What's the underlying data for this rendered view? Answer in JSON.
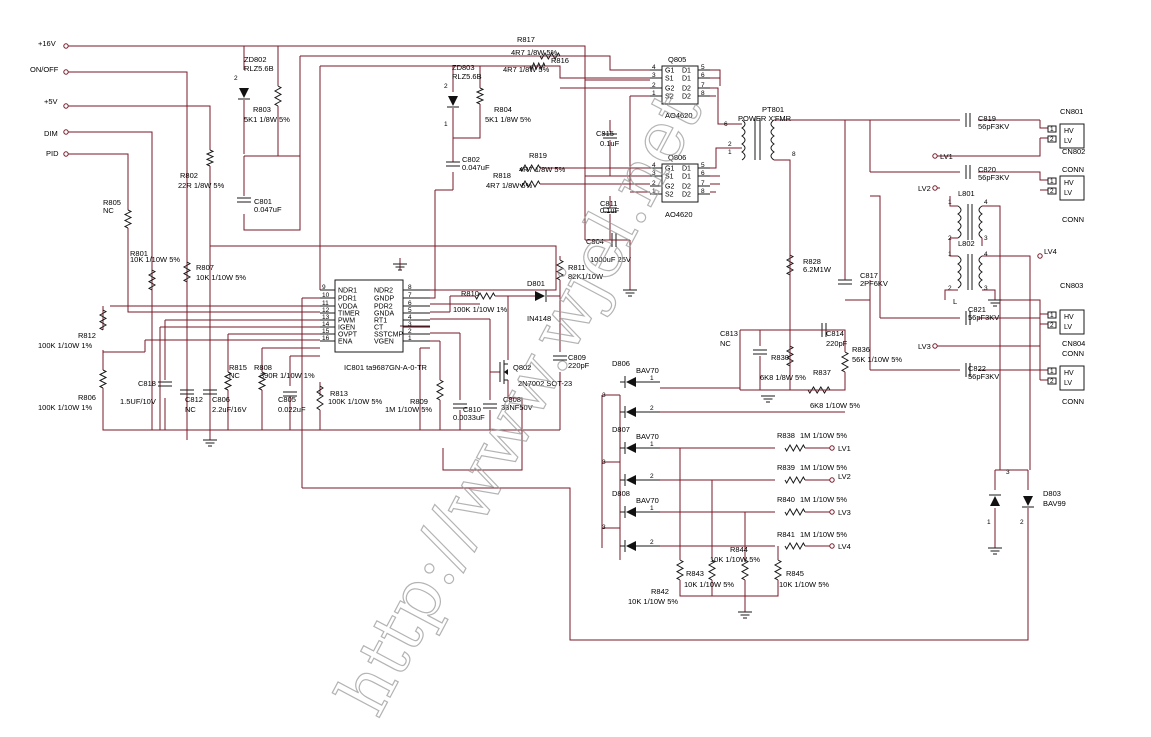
{
  "inputs": {
    "v16": "+16V",
    "onoff": "ON/OFF",
    "v5": "+5V",
    "dim": "DIM",
    "pid": "PID"
  },
  "ic": {
    "ref": "IC801  ta9687GN-A-0-TR",
    "left_pins": [
      "NDR1",
      "PDR1",
      "VDDA",
      "TIMER",
      "PWM",
      "IGEN",
      "OVPT",
      "ENA"
    ],
    "left_nums": [
      "9",
      "10",
      "11",
      "12",
      "13",
      "14",
      "15",
      "16"
    ],
    "right_pins": [
      "NDR2",
      "GNDP",
      "PDR2",
      "GNDA",
      "RT1",
      "CT",
      "SSTCMP",
      "VGEN"
    ],
    "right_nums": [
      "8",
      "7",
      "6",
      "5",
      "4",
      "3",
      "2",
      "1"
    ]
  },
  "mosfets": {
    "q805": {
      "ref": "Q805",
      "part": "AO4620",
      "left": [
        "G1",
        "S1",
        "G2",
        "S2"
      ],
      "right": [
        "D1",
        "D1",
        "D2",
        "D2"
      ],
      "lnums": [
        "4",
        "3",
        "2",
        "1"
      ],
      "rnums": [
        "5",
        "6",
        "7",
        "8"
      ]
    },
    "q806": {
      "ref": "Q806",
      "part": "AO4620",
      "left": [
        "G1",
        "S1",
        "G2",
        "S2"
      ],
      "right": [
        "D1",
        "D1",
        "D2",
        "D2"
      ],
      "lnums": [
        "4",
        "3",
        "2",
        "1"
      ],
      "rnums": [
        "5",
        "6",
        "7",
        "8"
      ]
    }
  },
  "labels": {
    "r817": "R817",
    "r817v": "4R7 1/8W 5%",
    "r816": "R816",
    "r816v": "4R7 1/8W 5%",
    "r819": "R819",
    "r819v": "4R7 1/8W 5%",
    "r818": "R818",
    "r818v": "4R7 1/8W 5%",
    "zd802": "ZD802",
    "zd802v": "RLZ5.6B",
    "zd803": "ZD803",
    "zd803v": "RLZ5.6B",
    "r803": "R803",
    "r803v": "5K1 1/8W 5%",
    "r804": "R804",
    "r804v": "5K1 1/8W 5%",
    "r802": "R802",
    "r802v": "22R 1/8W 5%",
    "c801": "C801",
    "c801v": "0.047uF",
    "c802": "C802",
    "c802v": "0.047uF",
    "r805": "R805",
    "r805v": "NC",
    "r801": "R801",
    "r801v": "10K 1/10W 5%",
    "r807": "R807",
    "r807v": "10K 1/10W 5%",
    "r812": "R812",
    "r812v": "100K 1/10W 1%",
    "r806": "R806",
    "r806v": "100K 1/10W 1%",
    "c818": "C818",
    "c818v": "1.5UF/10V",
    "c812": "C812",
    "c812v": "NC",
    "c806": "C806",
    "c806v": "2.2uF/16V",
    "r815": "R815",
    "r815v": "NC",
    "r808": "R808",
    "r808v": "390R 1/10W 1%",
    "c805": "C805",
    "c805v": "0.022uF",
    "r813": "R813",
    "r813v": "100K 1/10W 5%",
    "r809": "R809",
    "r809v": "1M 1/10W 5%",
    "c810": "C810",
    "c810v": "0.0033uF",
    "c808": "C808",
    "c808v": "33NF50V",
    "q802": "Q802",
    "q802v": "2N7002 SOT-23",
    "c809": "C809",
    "c809v": "220pF",
    "r810": "R810",
    "r810v": "100K 1/10W 1%",
    "d801": "D801",
    "d801v": "IN4148",
    "r811": "R811",
    "r811v": "82K1/10W",
    "c815": "C815",
    "c815v": "0.1uF",
    "c811": "C811",
    "c811v": "0.1uF",
    "c804": "C804",
    "c804v": "1000uF 25V",
    "pt801": "PT801",
    "pt801v": "POWER X'FMR",
    "r828": "R828",
    "r828v": "6.2M1W",
    "c817": "C817",
    "c817v": "2PF6KV",
    "c813": "C813",
    "c813v": "NC",
    "c814": "C814",
    "c814v": "220pF",
    "r830": "R830",
    "r830v": "6K8 1/8W 5%",
    "r837": "R837",
    "r837v": "6K8 1/10W 5%",
    "r836": "R836",
    "r836v": "56K 1/10W 5%",
    "c819": "C819",
    "c819v": "56pF3KV",
    "c820": "C820",
    "c820v": "56pF3KV",
    "c821": "C821",
    "c821v": "56pF3KV",
    "c822": "C822",
    "c822v": "56pF3KV",
    "cn801": "CN801",
    "cn802": "CN802",
    "cn803": "CN803",
    "cn804": "CN804",
    "conn": "CONN",
    "hv": "HV",
    "lv": "LV",
    "lv1": "LV1",
    "lv2": "LV2",
    "lv3": "LV3",
    "lv4": "LV4",
    "l801": "L801",
    "l802": "L802",
    "l": "L",
    "d806": "D806",
    "d807": "D807",
    "d808": "D808",
    "bav70": "BAV70",
    "r838": "R838",
    "r839": "R839",
    "r840": "R840",
    "r841": "R841",
    "r83xv": "1M 1/10W 5%",
    "r842": "R842",
    "r843": "R843",
    "r844": "R844",
    "r845": "R845",
    "r84xv": "10K 1/10W 5%",
    "d803": "D803",
    "d803v": "BAV99"
  },
  "watermark": "http://www.wjel.net"
}
